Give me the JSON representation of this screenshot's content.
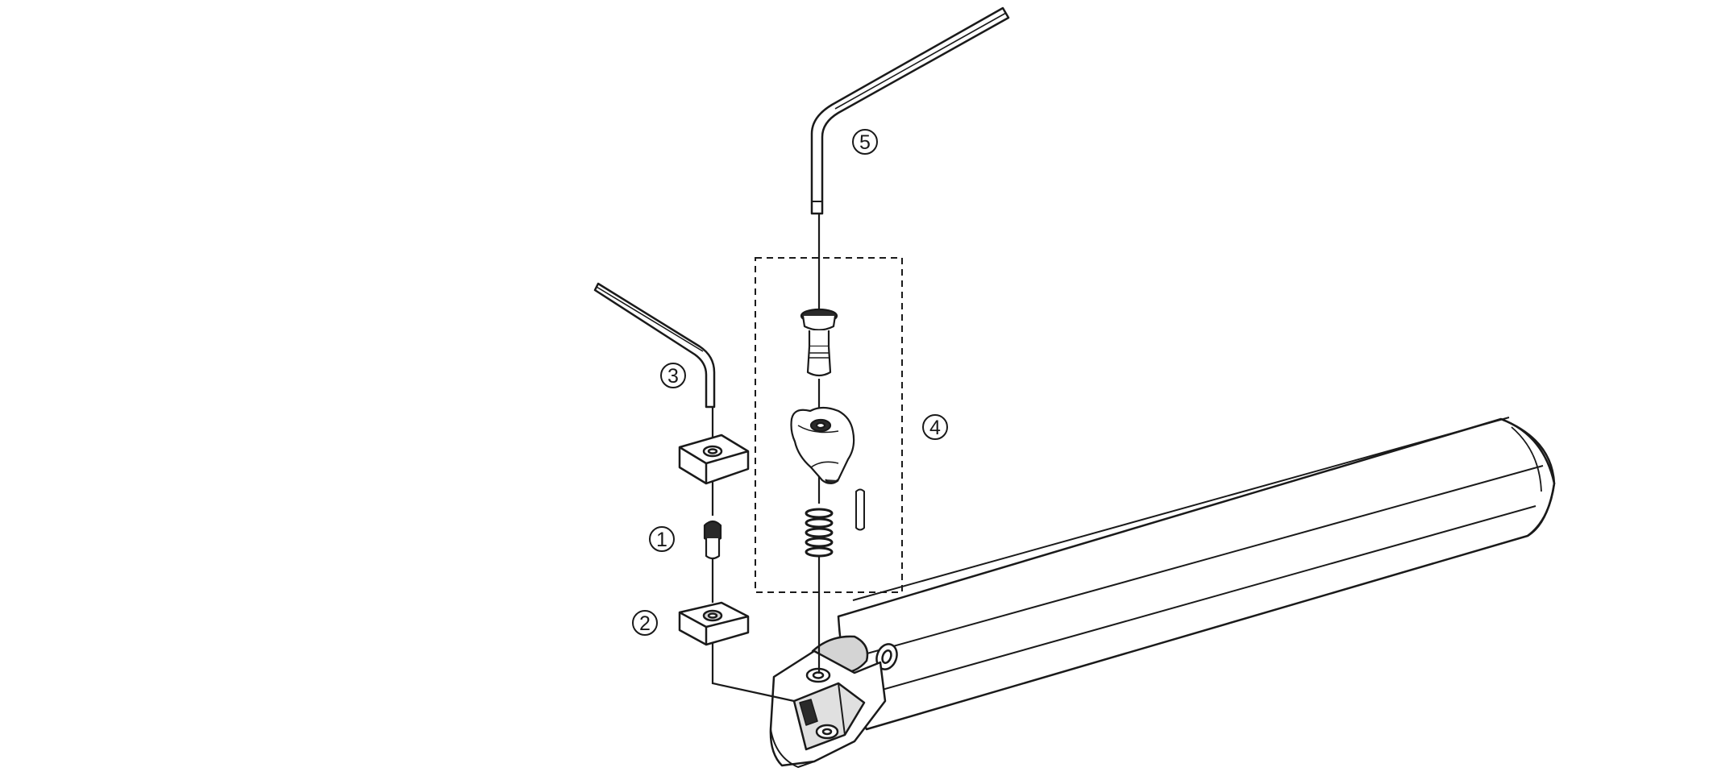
{
  "callouts": {
    "c1": "1",
    "c2": "2",
    "c3": "3",
    "c4": "4",
    "c5": "5"
  },
  "colors": {
    "line": "#1a1a1a",
    "fill": "#ffffff",
    "shade": "#d4d4d4",
    "dark": "#2a2a2a"
  }
}
